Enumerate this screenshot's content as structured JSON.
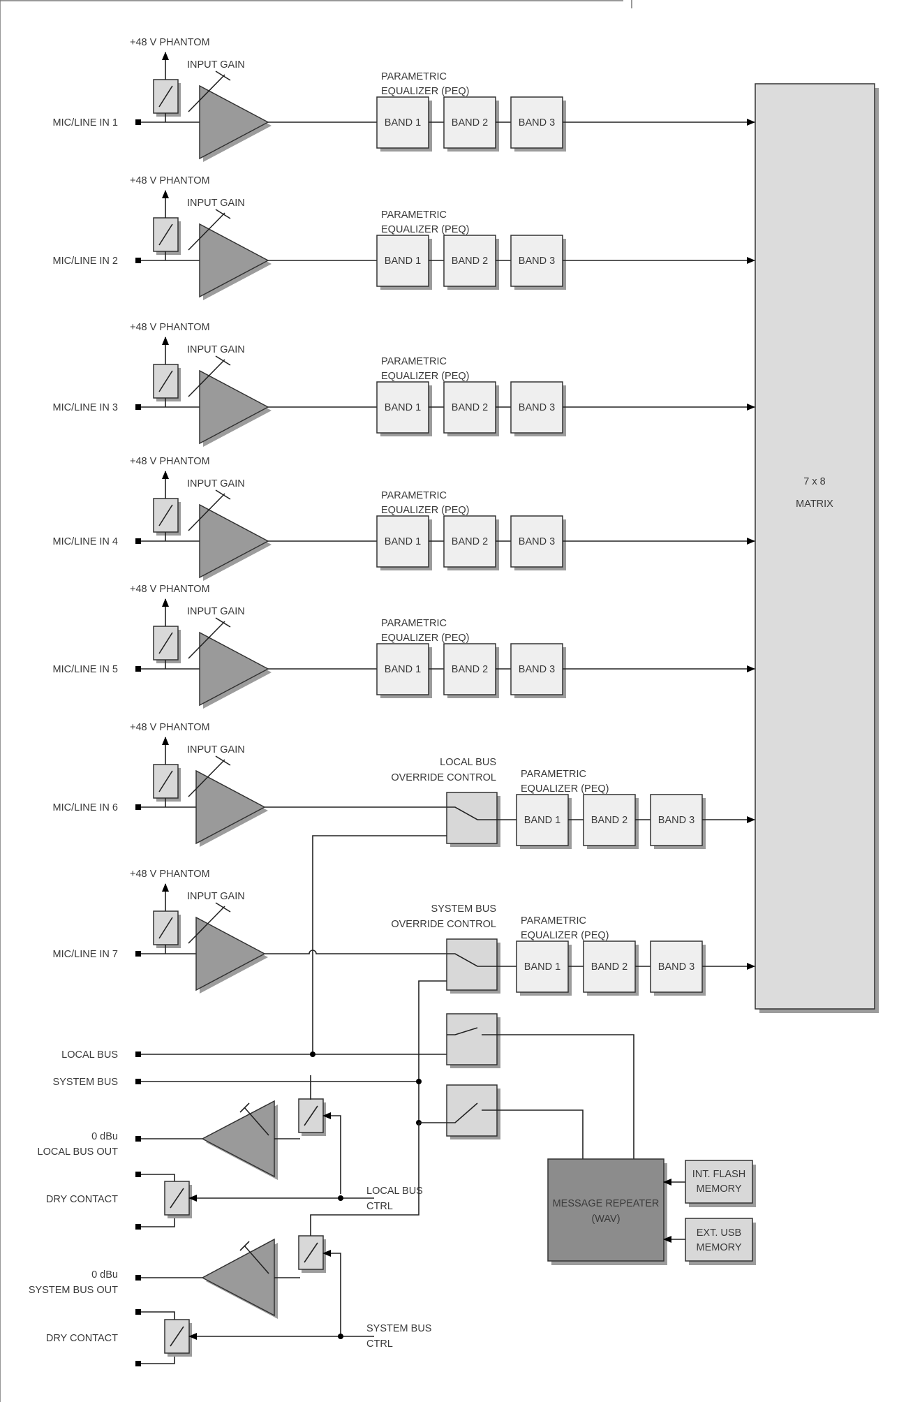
{
  "channels": [
    {
      "input_label": "MIC/LINE IN 1",
      "phantom_label": "+48 V  PHANTOM",
      "gain_label": "INPUT GAIN",
      "peq_title_1": "PARAMETRIC",
      "peq_title_2": "EQUALIZER (PEQ)",
      "bands": [
        "BAND 1",
        "BAND 2",
        "BAND 3"
      ]
    },
    {
      "input_label": "MIC/LINE IN 2",
      "phantom_label": "+48 V  PHANTOM",
      "gain_label": "INPUT GAIN",
      "peq_title_1": "PARAMETRIC",
      "peq_title_2": "EQUALIZER (PEQ)",
      "bands": [
        "BAND 1",
        "BAND 2",
        "BAND 3"
      ]
    },
    {
      "input_label": "MIC/LINE IN 3",
      "phantom_label": "+48 V  PHANTOM",
      "gain_label": "INPUT GAIN",
      "peq_title_1": "PARAMETRIC",
      "peq_title_2": "EQUALIZER (PEQ)",
      "bands": [
        "BAND 1",
        "BAND 2",
        "BAND 3"
      ]
    },
    {
      "input_label": "MIC/LINE IN 4",
      "phantom_label": "+48 V  PHANTOM",
      "gain_label": "INPUT GAIN",
      "peq_title_1": "PARAMETRIC",
      "peq_title_2": "EQUALIZER (PEQ)",
      "bands": [
        "BAND 1",
        "BAND 2",
        "BAND 3"
      ]
    },
    {
      "input_label": "MIC/LINE IN 5",
      "phantom_label": "+48 V  PHANTOM",
      "gain_label": "INPUT GAIN",
      "peq_title_1": "PARAMETRIC",
      "peq_title_2": "EQUALIZER (PEQ)",
      "bands": [
        "BAND 1",
        "BAND 2",
        "BAND 3"
      ]
    },
    {
      "input_label": "MIC/LINE IN 6",
      "phantom_label": "+48 V  PHANTOM",
      "gain_label": "INPUT GAIN",
      "peq_title_1": "PARAMETRIC",
      "peq_title_2": "EQUALIZER (PEQ)",
      "bands": [
        "BAND 1",
        "BAND 2",
        "BAND 3"
      ],
      "override_1": "LOCAL BUS",
      "override_2": "OVERRIDE CONTROL"
    },
    {
      "input_label": "MIC/LINE IN 7",
      "phantom_label": "+48 V  PHANTOM",
      "gain_label": "INPUT GAIN",
      "peq_title_1": "PARAMETRIC",
      "peq_title_2": "EQUALIZER (PEQ)",
      "bands": [
        "BAND 1",
        "BAND 2",
        "BAND 3"
      ],
      "override_1": "SYSTEM BUS",
      "override_2": "OVERRIDE CONTROL"
    }
  ],
  "matrix": {
    "line1": "7 x 8",
    "line2": "MATRIX"
  },
  "buses": {
    "local_bus": "LOCAL BUS",
    "system_bus": "SYSTEM BUS"
  },
  "outputs": {
    "local_out_1": "0 dBu",
    "local_out_2": "LOCAL BUS OUT",
    "system_out_1": "0 dBu",
    "system_out_2": "SYSTEM BUS OUT",
    "dry_contact_1": "DRY CONTACT",
    "dry_contact_2": "DRY CONTACT",
    "local_ctrl_1": "LOCAL BUS",
    "local_ctrl_2": "CTRL",
    "system_ctrl_1": "SYSTEM BUS",
    "system_ctrl_2": "CTRL"
  },
  "repeater": {
    "line1": "MESSAGE REPEATER",
    "line2": "(WAV)"
  },
  "memory": {
    "int_1": "INT. FLASH",
    "int_2": "MEMORY",
    "ext_1": "EXT. USB",
    "ext_2": "MEMORY"
  },
  "colors": {
    "block_light": "#efefef",
    "switch_fill": "#d8d8d8",
    "repeater_fill": "#8c8c8c",
    "amp_fill": "#9a9a9a",
    "matrix_fill": "#dcdcdc"
  }
}
